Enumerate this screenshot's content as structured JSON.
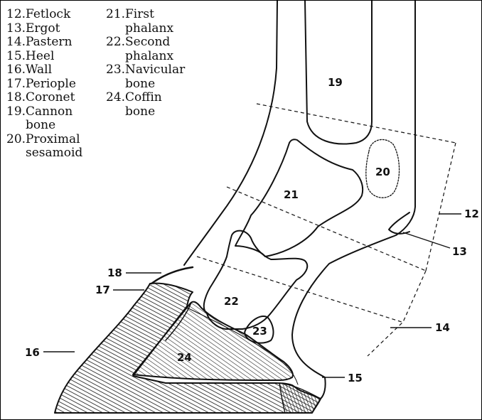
{
  "legend": {
    "column1": [
      {
        "number": "12.",
        "text": "Fetlock"
      },
      {
        "number": "13.",
        "text": "Ergot"
      },
      {
        "number": "14.",
        "text": "Pastern"
      },
      {
        "number": "15.",
        "text": "Heel"
      },
      {
        "number": "16.",
        "text": "Wall"
      },
      {
        "number": "17.",
        "text": "Periople"
      },
      {
        "number": "18.",
        "text": "Coronet"
      },
      {
        "number": "19.",
        "text": "Cannon\nbone"
      },
      {
        "number": "20.",
        "text": "Proximal\nsesamoid"
      }
    ],
    "column2": [
      {
        "number": "21.",
        "text": "First\nphalanx"
      },
      {
        "number": "22.",
        "text": "Second\nphalanx"
      },
      {
        "number": "23.",
        "text": "Navicular\nbone"
      },
      {
        "number": "24.",
        "text": "Coffin\nbone"
      }
    ]
  },
  "diagram": {
    "internal_labels": {
      "cannon_bone": "19",
      "proximal_sesamoid": "20",
      "first_phalanx": "21",
      "second_phalanx": "22",
      "navicular_bone": "23",
      "coffin_bone": "24"
    },
    "callouts": {
      "fetlock": "12",
      "ergot": "13",
      "pastern": "14",
      "heel": "15",
      "wall": "16",
      "periople": "17",
      "coronet": "18"
    }
  },
  "colors": {
    "ink": "#111111",
    "background": "#ffffff"
  }
}
